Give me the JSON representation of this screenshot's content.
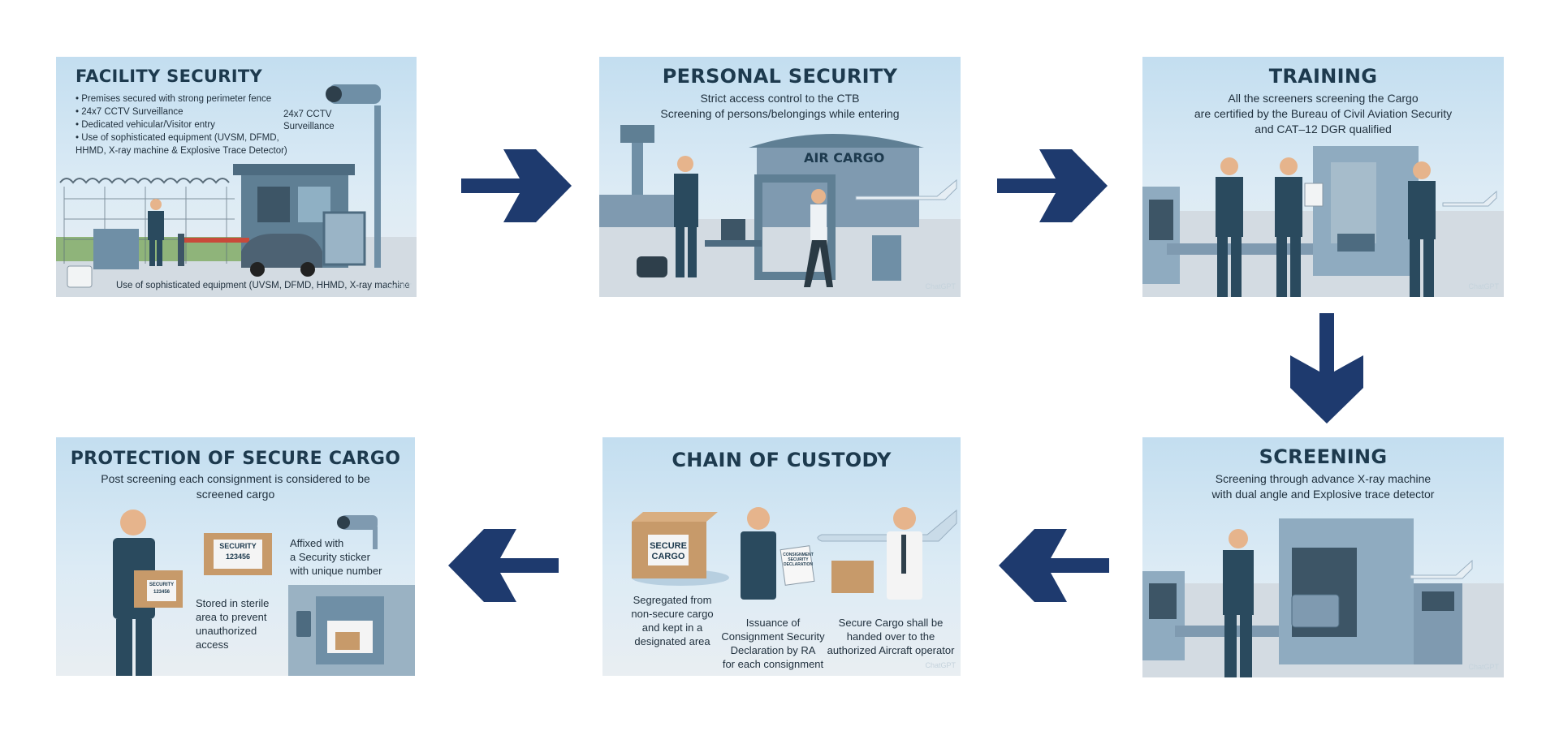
{
  "colors": {
    "arrow": "#1e3a6e",
    "uniform": "#2a4a5e",
    "machine": "#6f8fa6",
    "box": "#c79a6a",
    "title": "#1d3a4e"
  },
  "panels": {
    "facility": {
      "title": "FACILITY SECURITY",
      "bullets": [
        "Premises secured with strong perimeter fence",
        "24x7 CCTV Surveillance",
        "Dedicated vehicular/Visitor entry",
        "Use of sophisticated equipment (UVSM, DFMD, HHMD, X-ray machine & Explosive Trace Detector)"
      ],
      "callout": "24x7 CCTV\nSurveillance",
      "footer": "Use of sophisticated equipment (UVSM, DFMD, HHMD, X-ray machine",
      "watermark": "ChatGPT"
    },
    "personal": {
      "title": "PERSONAL SECURITY",
      "subtitle": "Strict access control to the CTB\nScreening of persons/belongings while entering",
      "sign": "AIR CARGO",
      "watermark": "ChatGPT"
    },
    "training": {
      "title": "TRAINING",
      "subtitle": "All the screeners screening the Cargo\nare certified by the Bureau of Civil Aviation Security\nand CAT–12 DGR qualified",
      "watermark": "ChatGPT"
    },
    "screening": {
      "title": "SCREENING",
      "subtitle": "Screening through advance X-ray machine\nwith dual angle and Explosive trace detector",
      "watermark": "ChatGPT"
    },
    "custody": {
      "title": "CHAIN OF CUSTODY",
      "box_label": "SECURE\nCARGO",
      "doc_label": "CONSIGNMENT\nSECURITY\nDECLARATION",
      "caption_left": "Segregated from\nnon-secure cargo\nand kept in a\ndesignated area",
      "caption_mid": "Issuance of\nConsignment Security\nDeclaration by RA\nfor each consignment",
      "caption_right": "Secure Cargo shall be\nhanded over to the\nauthorized Aircraft operator",
      "watermark": "ChatGPT"
    },
    "protection": {
      "title": "PROTECTION OF SECURE CARGO",
      "subtitle": "Post screening each consignment is considered to be\nscreened cargo",
      "sticker": "SECURITY\n123456",
      "box_sticker": "SECURITY\n123456",
      "caption_affixed": "Affixed with\na Security sticker\nwith unique number",
      "caption_stored": "Stored in sterile\narea to prevent\nunauthorized\naccess"
    }
  }
}
